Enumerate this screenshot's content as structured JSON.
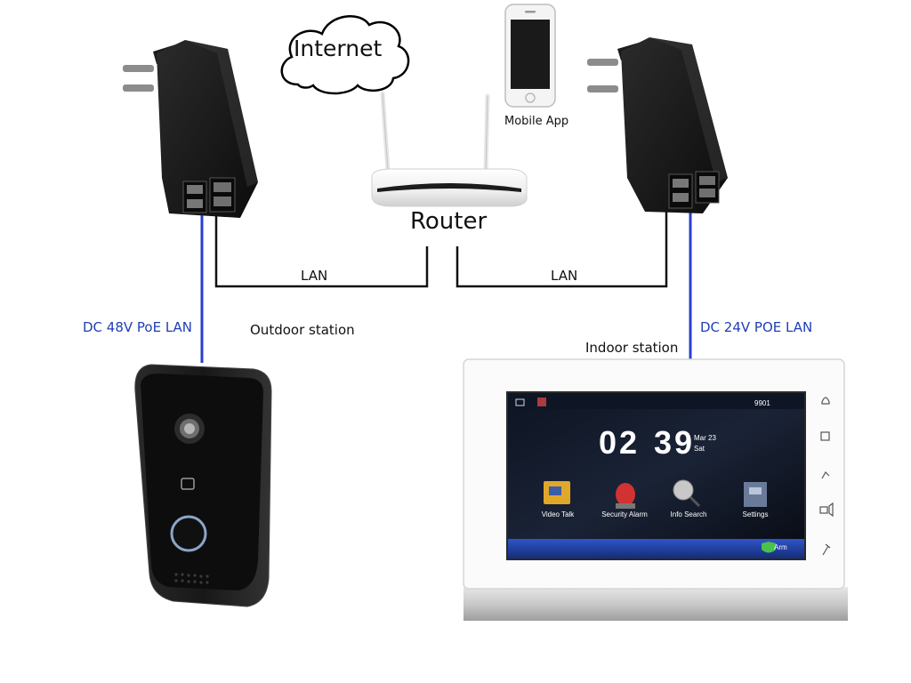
{
  "cloud": {
    "label": "Internet"
  },
  "phone": {
    "label": "Mobile App"
  },
  "router": {
    "label": "Router"
  },
  "links": {
    "left_lan": "LAN",
    "right_lan": "LAN"
  },
  "power": {
    "left": "DC 48V PoE LAN",
    "right": "DC 24V POE LAN"
  },
  "stations": {
    "outdoor": "Outdoor station",
    "indoor": "Indoor station"
  },
  "monitor": {
    "code": "9901",
    "time_hours": "02",
    "time_minutes": "39",
    "date": "Mar 23",
    "weekday": "Sat",
    "apps": [
      {
        "label": "Video Talk",
        "icon": "video-talk-icon"
      },
      {
        "label": "Security Alarm",
        "icon": "security-alarm-icon"
      },
      {
        "label": "Info Search",
        "icon": "info-search-icon"
      },
      {
        "label": "Settings",
        "icon": "settings-icon"
      }
    ],
    "arm_label": "Arm",
    "side_buttons": [
      "alarm-button",
      "qr-button",
      "call-button",
      "camera-button",
      "unlock-button"
    ]
  },
  "colors": {
    "poe_line": "#2a3fd0",
    "lan_line": "#111111",
    "screen_bg": "#0a0f1a",
    "screen_bar": "#1d3a9c",
    "power_label": "#1f3fb5"
  }
}
